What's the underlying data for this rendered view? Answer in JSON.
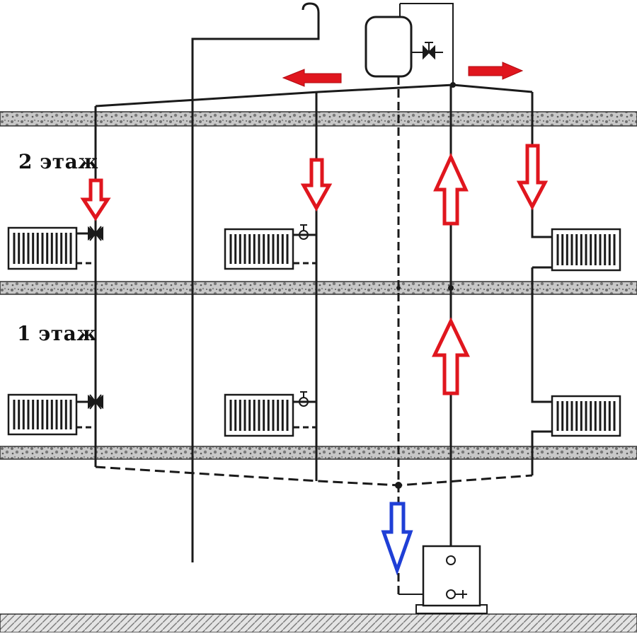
{
  "labels": {
    "floor_2": "2 этаж",
    "floor_1": "1 этаж"
  },
  "colors": {
    "background": "#ffffff",
    "pipe": "#1a1a1a",
    "slab_fill": "#9a9a9a",
    "hot_arrow": "#e0161e",
    "cold_arrow": "#1f3fd6"
  },
  "components": [
    "expansion-tank",
    "boiler",
    "radiator",
    "valve",
    "slab",
    "hot-flow-arrow",
    "cold-flow-arrow"
  ]
}
